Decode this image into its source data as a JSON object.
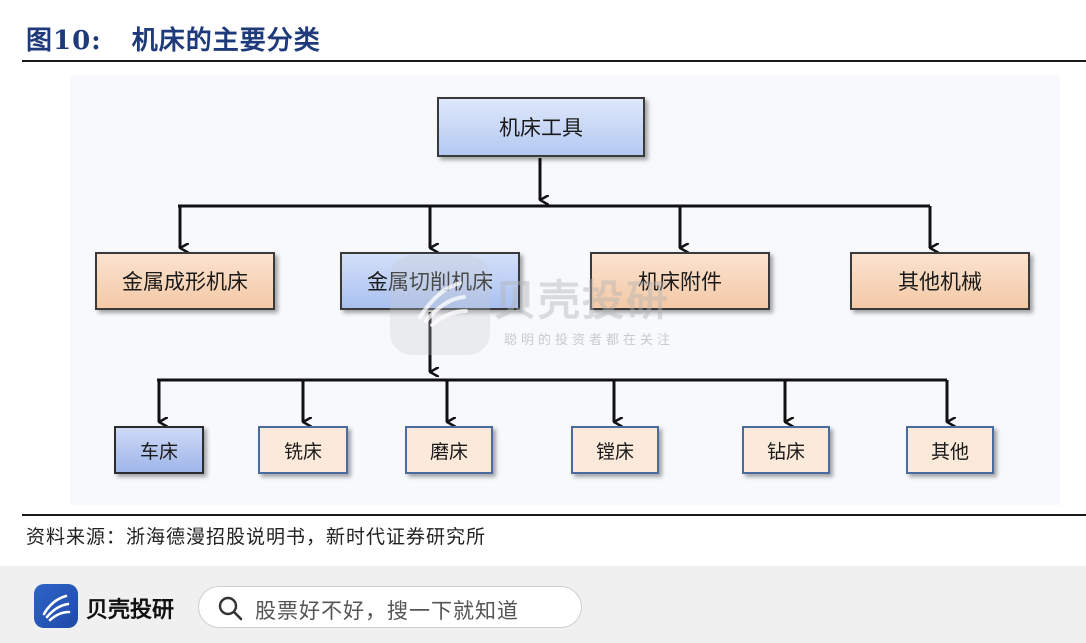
{
  "figure": {
    "label": "图10:",
    "title": "机床的主要分类"
  },
  "diagram": {
    "root": "机床工具",
    "level1": [
      "金属成形机床",
      "金属切削机床",
      "机床附件",
      "其他机械"
    ],
    "level2": [
      "车床",
      "铣床",
      "磨床",
      "镗床",
      "钻床",
      "其他"
    ]
  },
  "watermark": {
    "brand": "贝壳投研",
    "slogan": "聪明的投资者都在关注"
  },
  "source": "资料来源：浙海德漫招股说明书，新时代证券研究所",
  "footer": {
    "app_name": "贝壳投研",
    "search_placeholder": "股票好不好，搜一下就知道"
  },
  "colors": {
    "accent": "#1f3a7a",
    "brand_blue": "#2f63c8"
  }
}
